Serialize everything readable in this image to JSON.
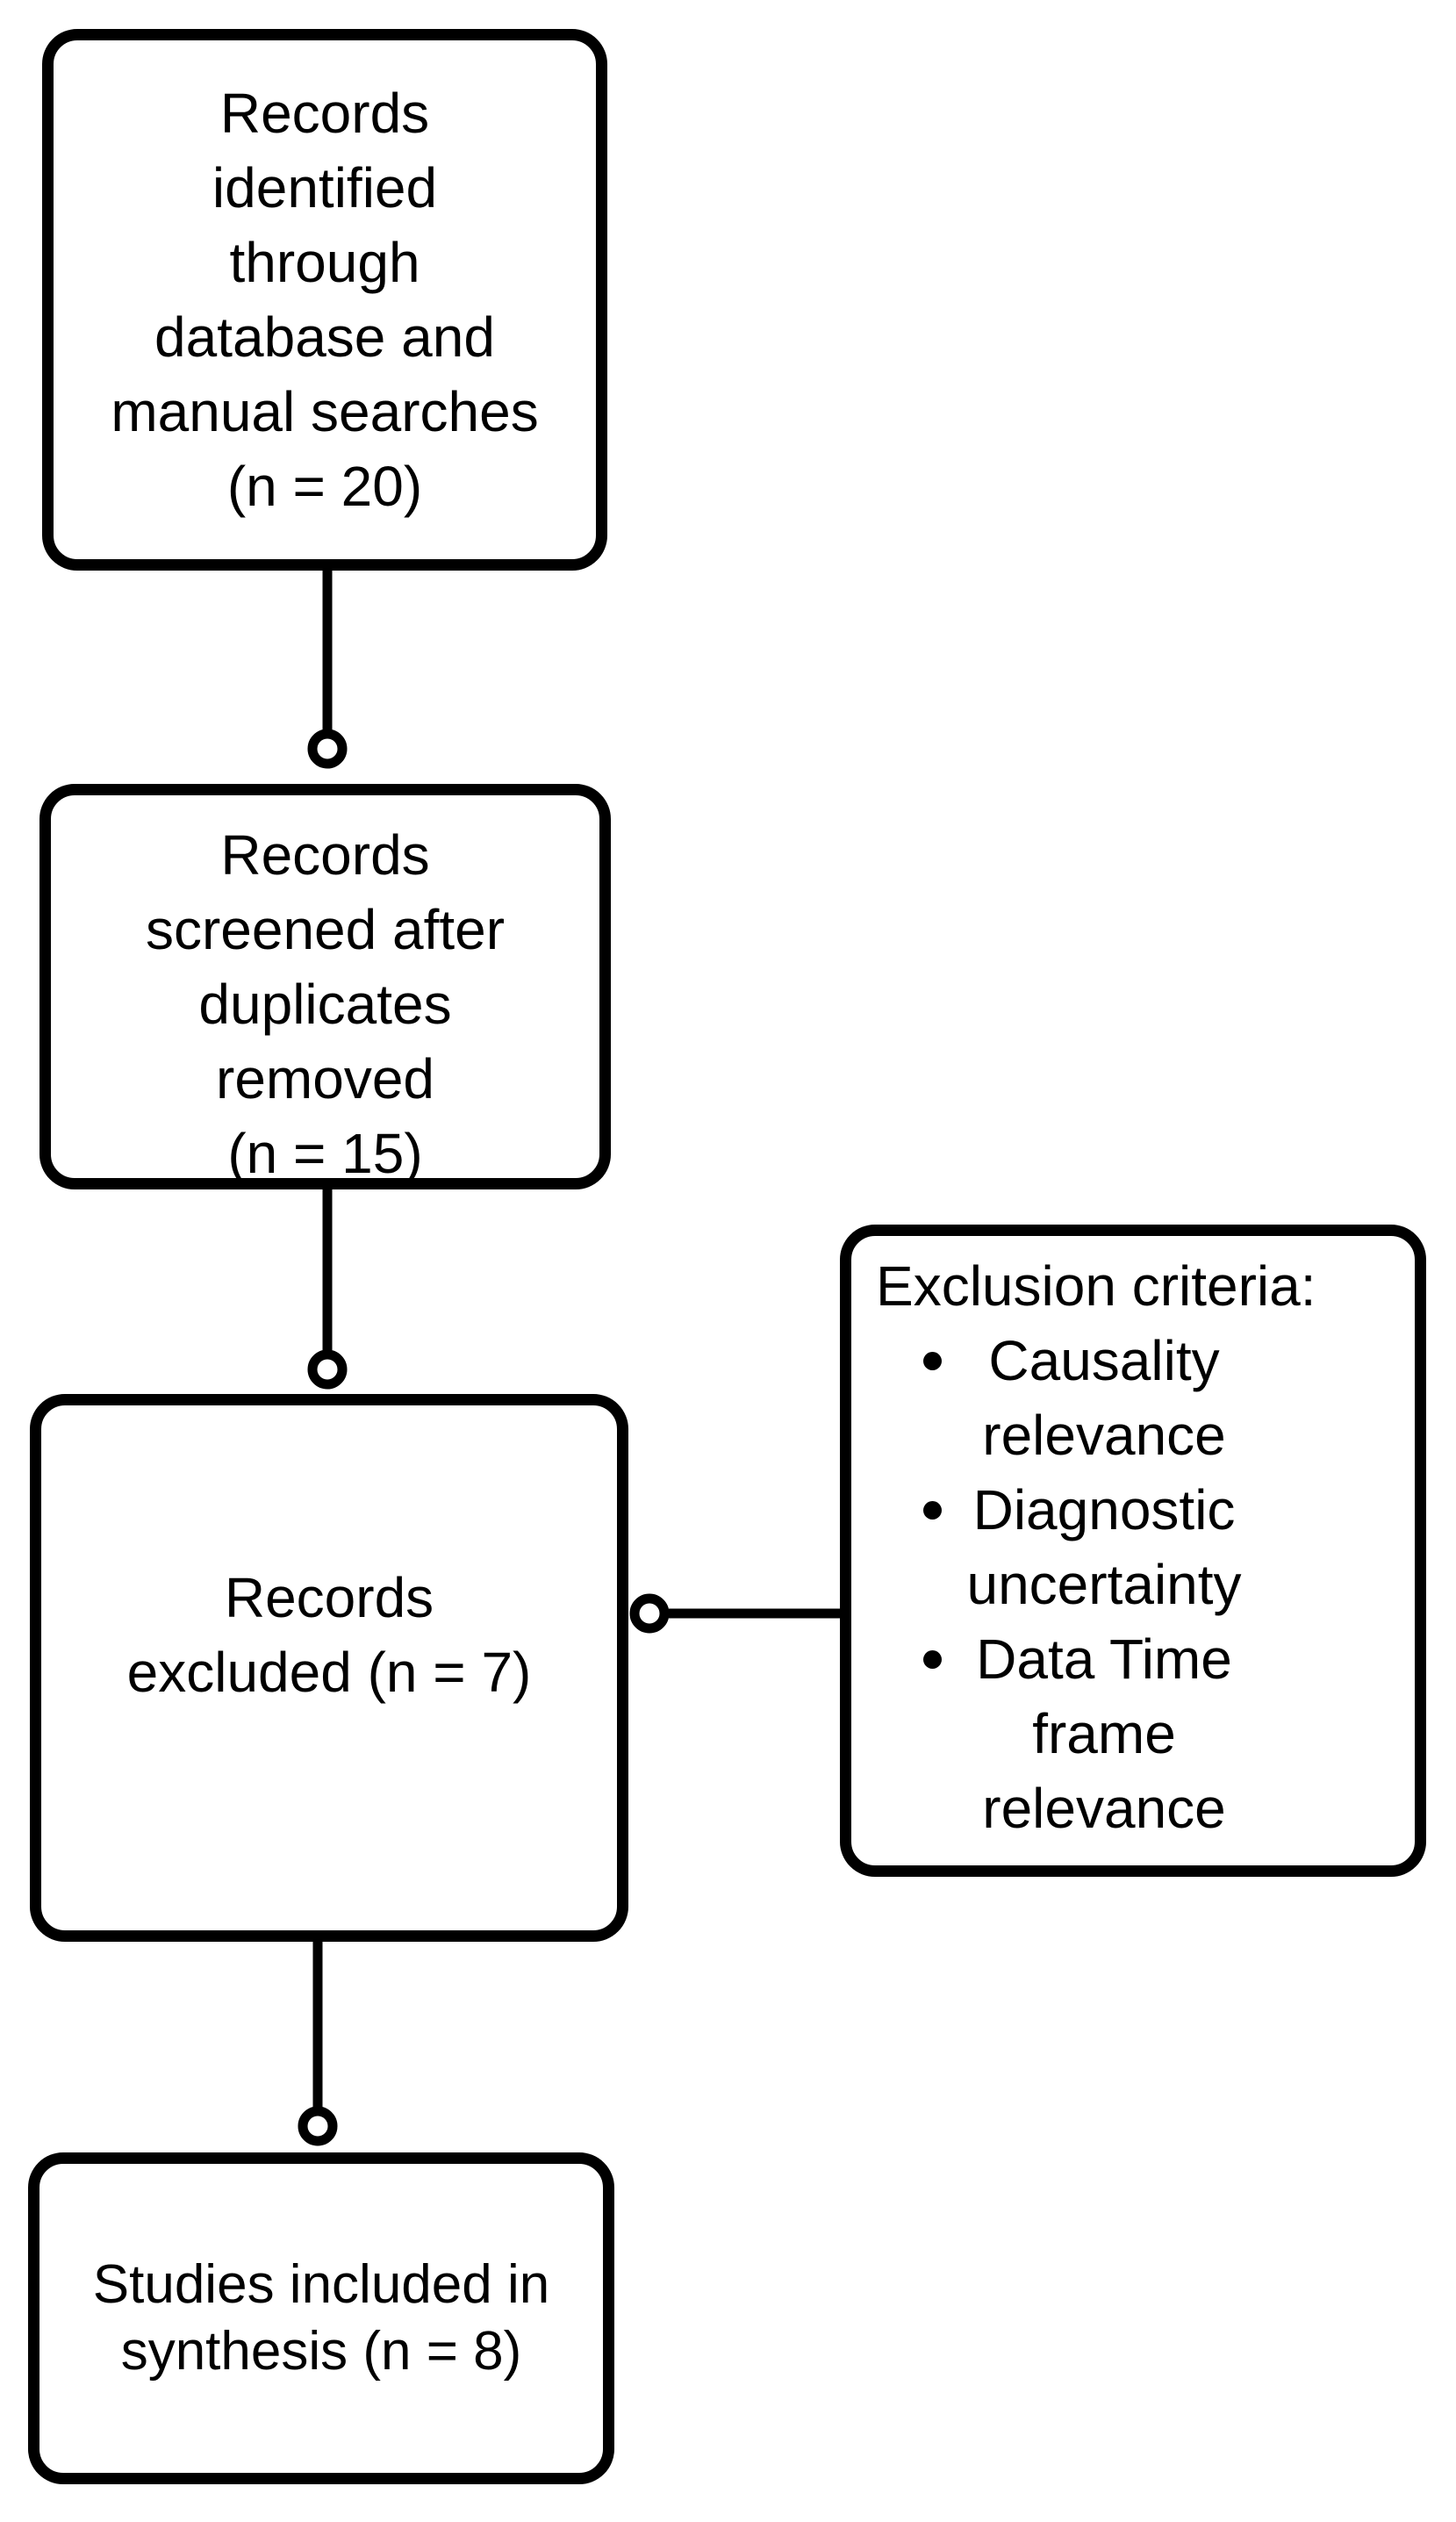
{
  "colors": {
    "stroke": "#000000",
    "fill": "#ffffff",
    "background": "#ffffff",
    "text": "#000000"
  },
  "boxes": {
    "identified": {
      "text": "Records\nidentified\nthrough\ndatabase and\nmanual searches\n(n = 20)"
    },
    "screened": {
      "text": "Records\nscreened after\nduplicates\nremoved\n(n = 15)"
    },
    "excluded": {
      "text": "Records\nexcluded (n = 7)"
    },
    "included": {
      "text": "Studies included in\nsynthesis (n = 8)"
    },
    "exclusion_criteria": {
      "header": "Exclusion criteria:",
      "bullets": [
        "Causality\nrelevance",
        "Diagnostic\nuncertainty",
        "Data Time\nframe\nrelevance"
      ]
    }
  }
}
